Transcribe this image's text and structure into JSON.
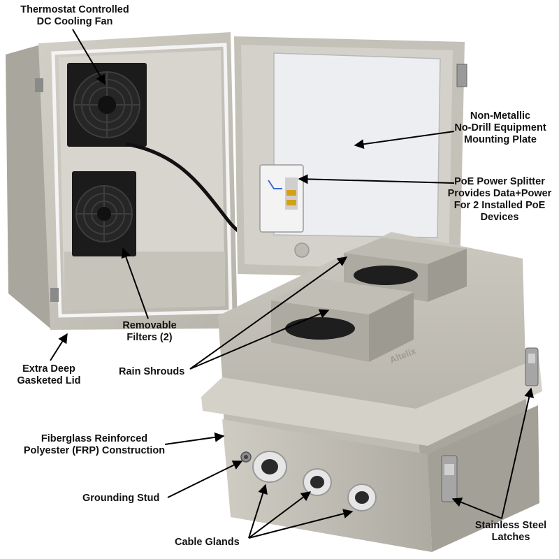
{
  "callouts": {
    "cooling_fan": "Thermostat Controlled\nDC Cooling Fan",
    "mounting_plate": "Non-Metallic\nNo-Drill Equipment\nMounting Plate",
    "poe_splitter": "PoE Power Splitter\nProvides Data+Power\nFor 2 Installed PoE\nDevices",
    "filters": "Removable\nFilters (2)",
    "gasketed_lid": "Extra Deep\nGasketed Lid",
    "rain_shrouds": "Rain Shrouds",
    "frp_construction": "Fiberglass Reinforced\nPolyester (FRP) Construction",
    "grounding_stud": "Grounding Stud",
    "cable_glands": "Cable Glands",
    "latches": "Stainless Steel\nLatches"
  },
  "brand_mark": "Altelix",
  "colors": {
    "enclosure": "#c9c6bd",
    "enclosure_shadow": "#a8a59c",
    "interior": "#d8d6cf",
    "mounting_plate": "#ecedf0",
    "fan": "#1b1b1b",
    "gasket": "#f4f4f4",
    "arrow": "#000000"
  }
}
